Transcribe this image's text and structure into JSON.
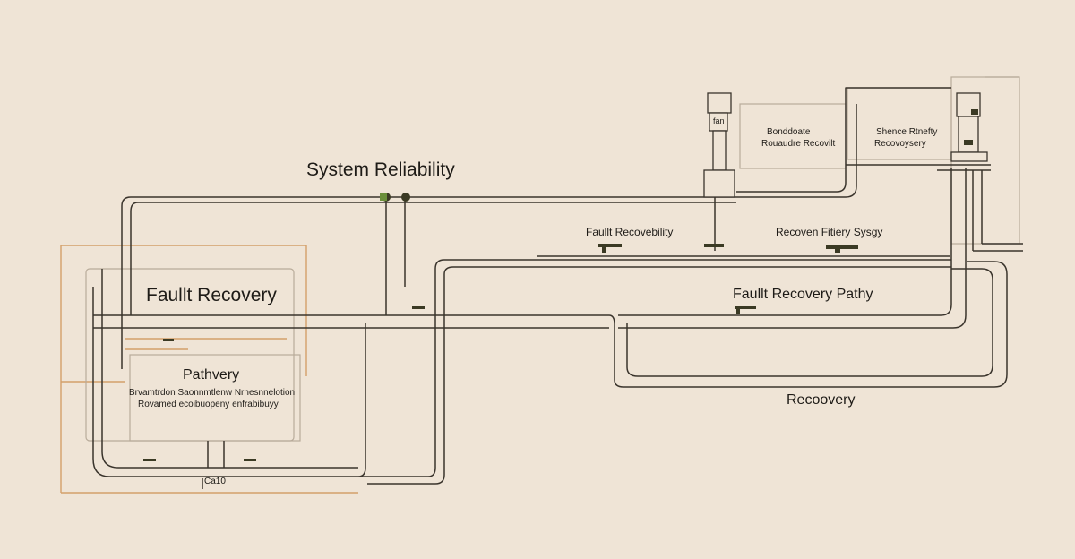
{
  "diagram": {
    "title": "System Reliability",
    "labels": {
      "fault_recovery_left": "Faullt Recovery",
      "pathvery": "Pathvery",
      "desc_line_1": "Brvamtrdon Saonnmtlenw Nrhesnnelotion",
      "desc_line_2": "Rovamed ecoibuopeny enfrabibuyy",
      "cad": "Ca10",
      "fault_recovebility": "Faullt Recovebility",
      "recover_fitiery": "Recoven Fitiery Sysgy",
      "fault_recovery_pathy": "Faullt Recovery Pathy",
      "recoovery": "Recoovery",
      "bonddoate_1": "Bonddoate",
      "bonddoate_2": "Rouaudre Recovilt",
      "shence_1": "Shence Rtnefty",
      "shence_2": "Recovoysery",
      "tower_tag": "fan"
    },
    "colors": {
      "background": "#efe4d6",
      "line": "#3a342c",
      "accent_line": "#d4a06a",
      "box": "#b8ab9a",
      "node": "#3b3a24"
    }
  }
}
